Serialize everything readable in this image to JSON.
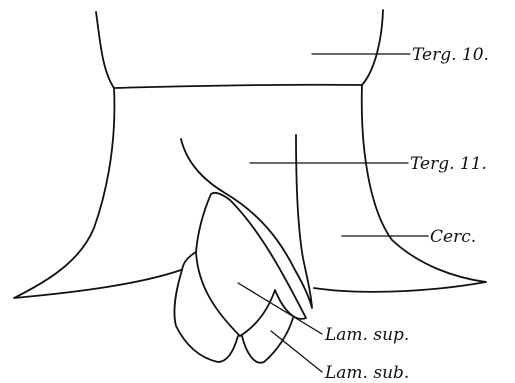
{
  "labels": {
    "terg10": "Terg. 10.",
    "terg11": "Terg. 11.",
    "cerc": "Cerc.",
    "lam_sup": "Lam. sup.",
    "lam_sub": "Lam. sub."
  }
}
